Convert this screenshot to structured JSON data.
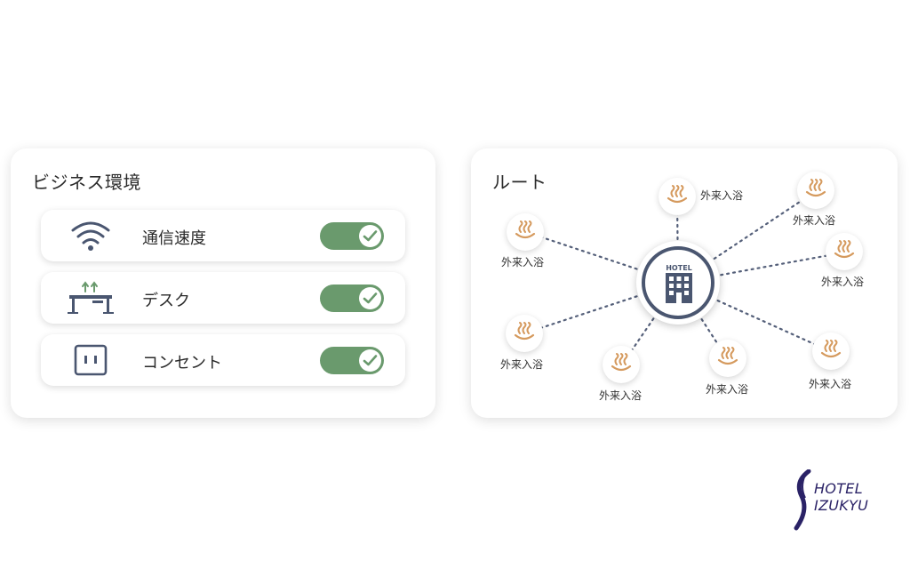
{
  "business": {
    "title": "ビジネス環境",
    "items": [
      {
        "label": "通信速度",
        "icon": "wifi-icon",
        "enabled": true
      },
      {
        "label": "デスク",
        "icon": "desk-icon",
        "enabled": true
      },
      {
        "label": "コンセント",
        "icon": "outlet-icon",
        "enabled": true
      }
    ]
  },
  "route": {
    "title": "ルート",
    "hotel_sign": "HOTEL",
    "spot_label": "外来入浴",
    "spots": [
      {
        "label": "外来入浴"
      },
      {
        "label": "外来入浴"
      },
      {
        "label": "外来入浴"
      },
      {
        "label": "外来入浴"
      },
      {
        "label": "外来入浴"
      },
      {
        "label": "外来入浴"
      },
      {
        "label": "外来入浴"
      },
      {
        "label": "外来入浴"
      }
    ]
  },
  "logo": {
    "line1": "HOTEL",
    "line2": "IZUKYU"
  },
  "colors": {
    "toggle": "#6a9a6d",
    "hotel": "#4a5670",
    "onsen": "#d59a5e",
    "logo": "#2a2266"
  }
}
